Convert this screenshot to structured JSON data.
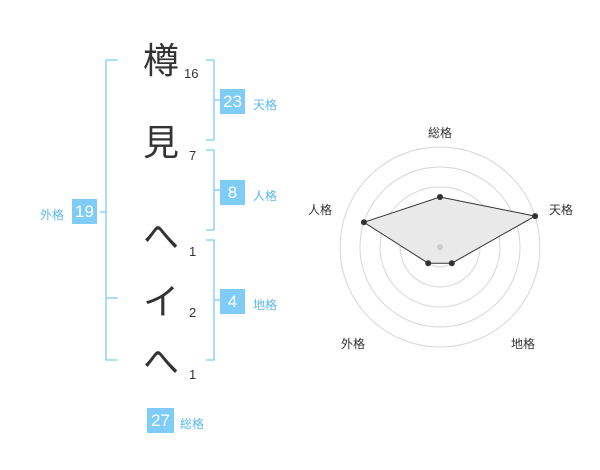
{
  "name": {
    "characters": [
      {
        "char": "樽",
        "strokes": "16"
      },
      {
        "char": "見",
        "strokes": "7"
      },
      {
        "char": "へ",
        "strokes": "1"
      },
      {
        "char": "イ",
        "strokes": "2"
      },
      {
        "char": "へ",
        "strokes": "1"
      }
    ]
  },
  "kakusu": {
    "tenkaku": {
      "label": "天格",
      "value": "23"
    },
    "jinkaku": {
      "label": "人格",
      "value": "8"
    },
    "chikaku": {
      "label": "地格",
      "value": "4"
    },
    "gaikaku": {
      "label": "外格",
      "value": "19"
    },
    "soukaku": {
      "label": "総格",
      "value": "27"
    }
  },
  "radar": {
    "axes": [
      "総格",
      "天格",
      "地格",
      "外格",
      "人格"
    ],
    "values": [
      2.5,
      5,
      1,
      1,
      4
    ],
    "max": 5,
    "rings": 5,
    "line_color": "#333333",
    "fill_color": "#e9e9e9",
    "ring_color": "#d6d6d6"
  },
  "colors": {
    "accent": "#7fcdf7",
    "bracket": "#7fcdf7",
    "label": "#5bb8ee"
  }
}
